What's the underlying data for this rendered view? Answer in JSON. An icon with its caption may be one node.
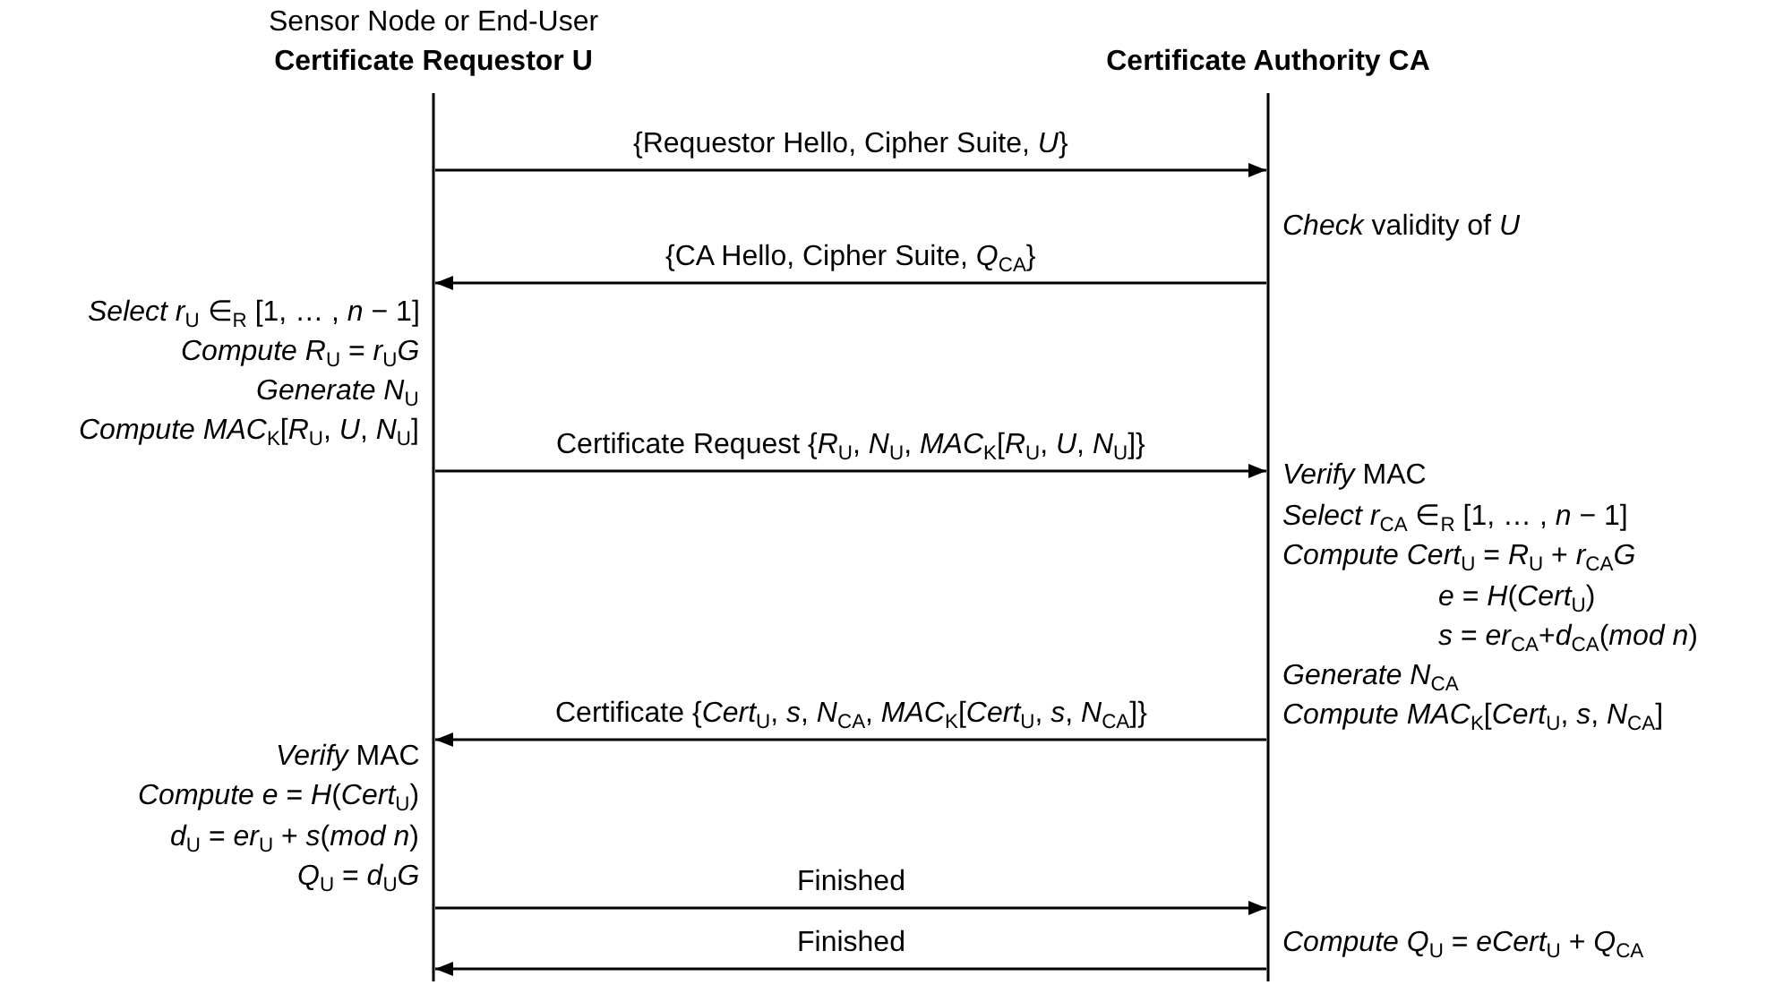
{
  "diagram": {
    "nodes": [
      {
        "text": [
          "Sensor Node or End-User",
          "Certificate Requestor U"
        ]
      },
      {
        "text": [
          "Certificate Authority CA"
        ]
      }
    ],
    "edges": [
      {
        "from": 0,
        "to": 1,
        "arrow": "to",
        "label": "{Requestor Hello, Cipher Suite, *U*}"
      },
      {
        "from": 1,
        "to": 0,
        "arrow": "to",
        "label": "{CA Hello, Cipher Suite, *Q*$_{CA}$}"
      },
      {
        "from": 0,
        "to": 1,
        "arrow": "to",
        "label": "Certificate Request {*R*$_{U}$, *N*$_{U}$, *MAC*$_{K}$[*R*$_{U}$, *U*, *N*$_{U}$]}"
      },
      {
        "from": 1,
        "to": 0,
        "arrow": "to",
        "label": "Certificate {*Cert*$_{U}$, *s*, *N*$_{CA}$, *MAC*$_{K}$[*Cert*$_{U}$, *s*, *N*$_{CA}$]}"
      },
      {
        "from": 0,
        "to": 1,
        "arrow": "to",
        "label": "Finished"
      },
      {
        "from": 1,
        "to": 0,
        "arrow": "to",
        "label": "Finished"
      }
    ],
    "labels": [
      "*Check* validity of *U*",
      "*Select* *r*$_{U}$ ∈$_{R}$ [1, … , *n* − 1]",
      "*Compute* *R*$_{U}$ = *r*$_{U}$*G*",
      "*Generate* *N*$_{U}$",
      "*Compute* *MAC*$_{K}$[*R*$_{U}$, *U*, *N*$_{U}$]",
      "*Verify* MAC",
      "*Select* *r*$_{CA}$ ∈$_{R}$ [1, … , *n* − 1]",
      "*Compute* *Cert*$_{U}$ = *R*$_{U}$ + *r*$_{CA}$*G*",
      "*e* = *H*(*Cert*$_{U}$)",
      "*s* = *er*$_{CA}$+*d*$_{CA}$(*mod n*)",
      "*Generate* *N*$_{CA}$",
      "*Compute* *MAC*$_{K}$[*Cert*$_{U}$, *s*, *N*$_{CA}$]",
      "*Verify* MAC",
      "*Compute* *e* = *H*(*Cert*$_{U}$)",
      "*d*$_{U}$ = *er*$_{U}$ + *s*(*mod n*)",
      "*Q*$_{U}$ = *d*$_{U}$*G*",
      "*Compute* *Q*$_{U}$ = *eCert*$_{U}$ + *Q*$_{CA}$"
    ]
  }
}
